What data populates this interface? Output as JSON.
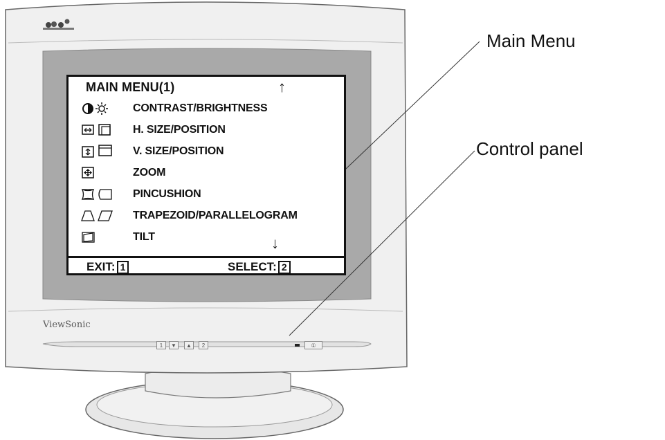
{
  "osd": {
    "title": "MAIN MENU(1)",
    "up_arrow": "↑",
    "down_arrow": "↓",
    "items": [
      {
        "label": "CONTRAST/BRIGHTNESS",
        "icons": [
          "contrast-icon",
          "brightness-icon"
        ]
      },
      {
        "label": "H. SIZE/POSITION",
        "icons": [
          "h-size-icon",
          "h-position-icon"
        ]
      },
      {
        "label": "V. SIZE/POSITION",
        "icons": [
          "v-size-icon",
          "v-position-icon"
        ]
      },
      {
        "label": "ZOOM",
        "icons": [
          "zoom-icon"
        ]
      },
      {
        "label": "PINCUSHION",
        "icons": [
          "pincushion-icon",
          "pincushion-balance-icon"
        ]
      },
      {
        "label": "TRAPEZOID/PARALLELOGRAM",
        "icons": [
          "trapezoid-icon",
          "parallelogram-icon"
        ]
      },
      {
        "label": "TILT",
        "icons": [
          "tilt-icon"
        ]
      }
    ],
    "exit_label": "EXIT:",
    "exit_key": "1",
    "select_label": "SELECT:",
    "select_key": "2"
  },
  "monitor": {
    "brand": "ViewSonic",
    "buttons": [
      "1",
      "▼",
      "▲",
      "2"
    ],
    "power_symbol": "①"
  },
  "callouts": {
    "main_menu": "Main Menu",
    "control_panel": "Control panel"
  },
  "colors": {
    "bezel": "#efefef",
    "screen": "#a9a9a9",
    "osd_bg": "#ffffff",
    "ink": "#111111"
  }
}
